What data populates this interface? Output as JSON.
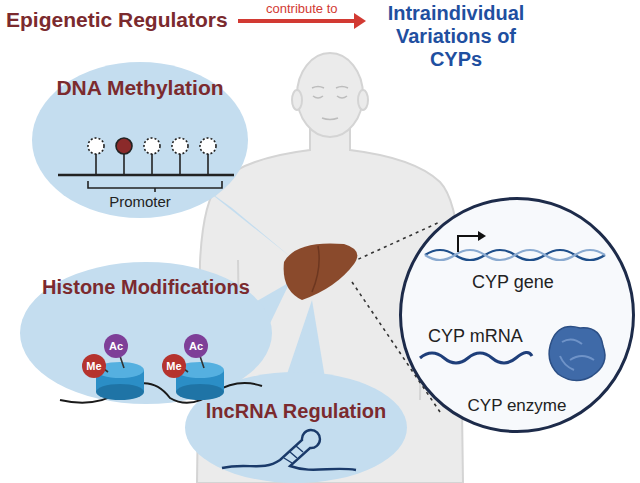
{
  "diagram": {
    "nodes": [
      {
        "text": [
          "Epigenetic Regulators"
        ]
      },
      {
        "text": [
          "Intraindividual Variations of CYPs"
        ]
      },
      {
        "text": [
          "DNA Methylation",
          "Promoter"
        ]
      },
      {
        "text": [
          "Histone Modifications"
        ]
      },
      {
        "text": [
          "Ac"
        ],
        "in": 3
      },
      {
        "text": [
          "Me"
        ],
        "in": 3
      },
      {
        "text": [
          "Ac"
        ],
        "in": 3
      },
      {
        "text": [
          "Me"
        ],
        "in": 3
      },
      {
        "text": [
          "lncRNA Regulation"
        ]
      },
      {
        "text": [
          "CYP gene",
          "CYP mRNA",
          "CYP enzyme"
        ]
      }
    ],
    "edges": [
      {
        "from": 0,
        "to": 1,
        "arrow": "to",
        "label": "contribute to"
      }
    ]
  }
}
